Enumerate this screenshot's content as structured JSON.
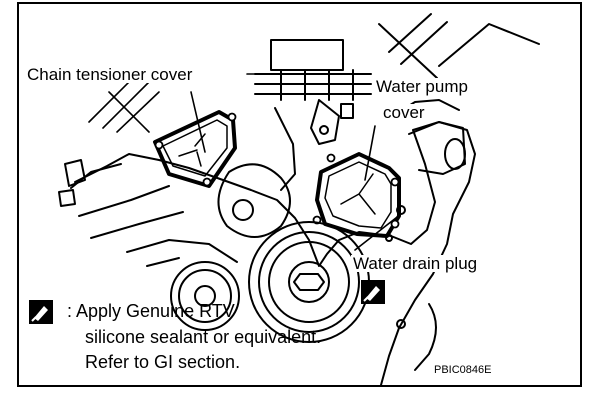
{
  "labels": {
    "chain_tensioner_cover": "Chain tensioner cover",
    "water_pump_cover_line1": "Water pump",
    "water_pump_cover_line2": "cover",
    "water_drain_plug": "Water drain plug"
  },
  "note": {
    "line1": ": Apply Genuine RTV",
    "line2": "silicone sealant or equivalent.",
    "line3": "Refer to GI section."
  },
  "figure_code": "PBIC0846E",
  "icons": {
    "sealant": "rtv-sealant-icon"
  }
}
